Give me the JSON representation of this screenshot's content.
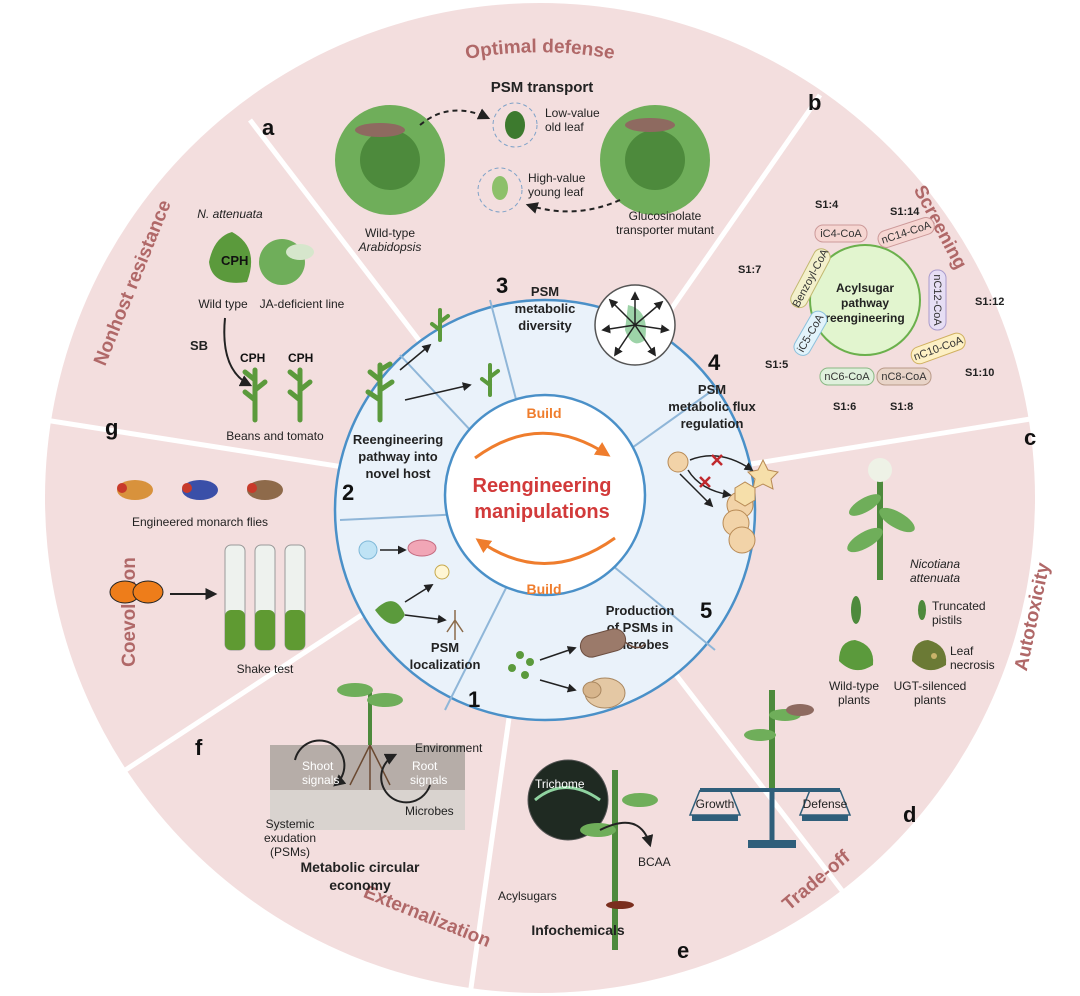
{
  "center": {
    "title_line1": "Reengineering",
    "title_line2": "manipulations",
    "build_top": "Build",
    "build_bottom": "Build"
  },
  "sectors": {
    "a": {
      "letter": "a",
      "title": "Optimal defense"
    },
    "b": {
      "letter": "b",
      "title": "Screening"
    },
    "c": {
      "letter": "c",
      "title": "Autotoxicity"
    },
    "d": {
      "letter": "d",
      "title": "Trade-off"
    },
    "e": {
      "letter": "e",
      "title": "Externalization"
    },
    "f": {
      "letter": "f",
      "title": "Coevolution"
    },
    "g": {
      "letter": "g",
      "title": "Nonhost resistance"
    }
  },
  "inner": {
    "n1": "1",
    "n1_label1": "PSM",
    "n1_label2": "localization",
    "n2": "2",
    "n2_label1": "Reengineering",
    "n2_label2": "pathway into",
    "n2_label3": "novel host",
    "n3": "3",
    "n3_label1": "PSM",
    "n3_label2": "metabolic",
    "n3_label3": "diversity",
    "n4": "4",
    "n4_label1": "PSM",
    "n4_label2": "metabolic flux",
    "n4_label3": "regulation",
    "n5": "5",
    "n5_label1": "Production",
    "n5_label2": "of PSMs in",
    "n5_label3": "microbes"
  },
  "panel_a": {
    "title": "PSM transport",
    "low1": "Low-value",
    "low2": "old leaf",
    "high1": "High-value",
    "high2": "young leaf",
    "wt1": "Wild-type",
    "wt2": "Arabidopsis",
    "mut1": "Glucosinolate",
    "mut2": "transporter mutant"
  },
  "panel_b": {
    "center1": "Acylsugar",
    "center2": "pathway",
    "center3": "reengineering",
    "pills": [
      "iC4-CoA",
      "nC14-CoA",
      "nC12-CoA",
      "nC10-CoA",
      "nC8-CoA",
      "nC6-CoA",
      "iC5-CoA",
      "Benzoyl-CoA"
    ],
    "products": [
      "S1:4",
      "S1:14",
      "S1:12",
      "S1:10",
      "S1:8",
      "S1:6",
      "S1:5",
      "S1:7"
    ]
  },
  "panel_c": {
    "species1": "Nicotiana",
    "species2": "attenuata",
    "trunc1": "Truncated",
    "trunc2": "pistils",
    "necro1": "Leaf",
    "necro2": "necrosis",
    "wt1": "Wild-type",
    "wt2": "plants",
    "ugt1": "UGT-silenced",
    "ugt2": "plants"
  },
  "panel_d": {
    "growth": "Growth",
    "defense": "Defense"
  },
  "panel_e": {
    "trichome": "Trichome",
    "bcaa": "BCAA",
    "acyl": "Acylsugars",
    "caption": "Infochemicals"
  },
  "panel_f": {
    "shoot1": "Shoot",
    "shoot2": "signals",
    "root1": "Root",
    "root2": "signals",
    "env": "Environment",
    "microbes": "Microbes",
    "sys1": "Systemic",
    "sys2": "exudation",
    "sys3": "(PSMs)",
    "caption1": "Metabolic circular",
    "caption2": "economy",
    "flies": "Engineered monarch flies",
    "shake": "Shake test"
  },
  "panel_g": {
    "species": "N. attenuata",
    "cph": "CPH",
    "wild": "Wild type",
    "ja": "JA-deficient line",
    "sb": "SB",
    "beans": "Beans and tomato"
  },
  "colors": {
    "outer": "#f3dede",
    "inner": "#eaf2fa",
    "ring": "#4a90c8",
    "red": "#d23a3a",
    "orange": "#ef7d2d",
    "leaf": "#5b9a3c"
  }
}
